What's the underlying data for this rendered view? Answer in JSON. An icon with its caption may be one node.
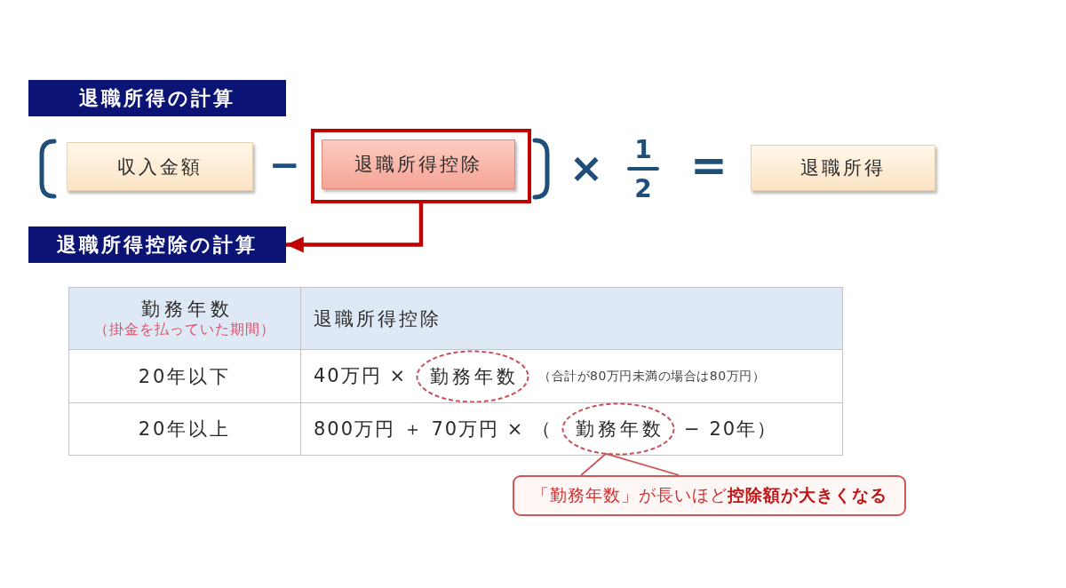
{
  "diagram": {
    "nodes": [
      {
        "text": [
          "退職所得の計算"
        ]
      },
      {
        "text": [
          "収入金額"
        ]
      },
      {
        "text": [],
        "shape": "box"
      },
      {
        "text": [
          "退職所得控除"
        ],
        "in": 2
      },
      {
        "text": [
          "退職所得"
        ]
      },
      {
        "text": [
          "退職所得控除の計算"
        ]
      },
      {
        "text": [
          "勤務年数"
        ]
      },
      {
        "text": [
          "勤務年数"
        ]
      },
      {
        "text": [
          "「勤務年数」が長いほど**控除額が大きくなる**"
        ]
      }
    ],
    "edges": [
      {
        "from": 2,
        "to": 5,
        "arrow": "to",
        "style": "thick",
        "color": "#c00000"
      },
      {
        "from": 8,
        "to": 7,
        "arrow": "none",
        "color": "#d05555"
      }
    ],
    "labels": [
      "−",
      "×",
      "1",
      "2",
      "=",
      "勤務年数",
      "（掛金を払っていた期間）",
      "退職所得控除",
      "20年以下",
      "40万円 ×",
      "（合計が80万円未満の場合は80万円）",
      "20年以上",
      "800万円 ＋ 70万円 × （",
      "− 20年）"
    ]
  }
}
